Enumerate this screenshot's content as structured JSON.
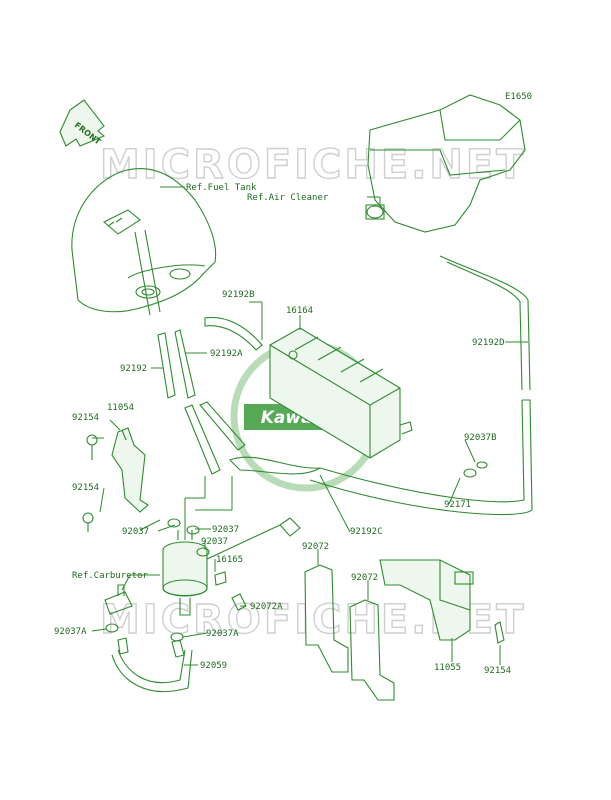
{
  "diagram_code": "E1650",
  "front_label": "FRONT",
  "watermark": {
    "text": "MICROFICHE.NET",
    "center_logo": "Kawasaki"
  },
  "colors": {
    "line": "#2e8b2e",
    "text": "#1f6b1f",
    "watermark": "#cfcfcf",
    "logo_green": "#3a9a3a"
  },
  "callouts": {
    "ref_fuel_tank": "Ref.Fuel Tank",
    "ref_air_cleaner": "Ref.Air Cleaner",
    "ref_carburetor": "Ref.Carburetor",
    "p92192B": "92192B",
    "p16164": "16164",
    "p92192D": "92192D",
    "p92192": "92192",
    "p92192A": "92192A",
    "p92154_a": "92154",
    "p11054": "11054",
    "p92037B": "92037B",
    "p92154_b": "92154",
    "p92171": "92171",
    "p92037_a": "92037",
    "p92037_b": "92037",
    "p92037_c": "92037",
    "p92192C": "92192C",
    "p92072_a": "92072",
    "p92072_b": "92072",
    "p16165": "16165",
    "p92072A": "92072A",
    "p92037A_a": "92037A",
    "p92037A_b": "92037A",
    "p92059": "92059",
    "p11055": "11055",
    "p92154_c": "92154"
  }
}
